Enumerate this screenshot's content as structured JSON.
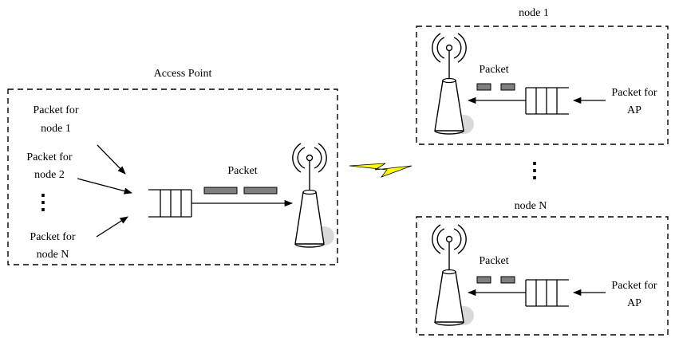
{
  "access_point": {
    "title": "Access Point",
    "inputs": [
      {
        "line1": "Packet for",
        "line2": "node 1"
      },
      {
        "line1": "Packet for",
        "line2": "node 2"
      },
      {
        "line1": "Packet for",
        "line2": "node N"
      }
    ],
    "ellipsis": "⋮",
    "packet_label": "Packet"
  },
  "node_1": {
    "title": "node 1",
    "packet_label": "Packet",
    "input": {
      "line1": "Packet for",
      "line2": "AP"
    }
  },
  "node_n": {
    "title": "node N",
    "packet_label": "Packet",
    "input": {
      "line1": "Packet for",
      "line2": "AP"
    }
  },
  "between_nodes_ellipsis": "⋮",
  "colors": {
    "packet_fill": "#7f7f7f",
    "antenna_fill": "#ffffff",
    "shadow": "#d9d9d9",
    "link": "#ffff00"
  },
  "icons": [
    "antenna-icon",
    "queue-icon",
    "packet-icon",
    "wireless-link-icon"
  ]
}
